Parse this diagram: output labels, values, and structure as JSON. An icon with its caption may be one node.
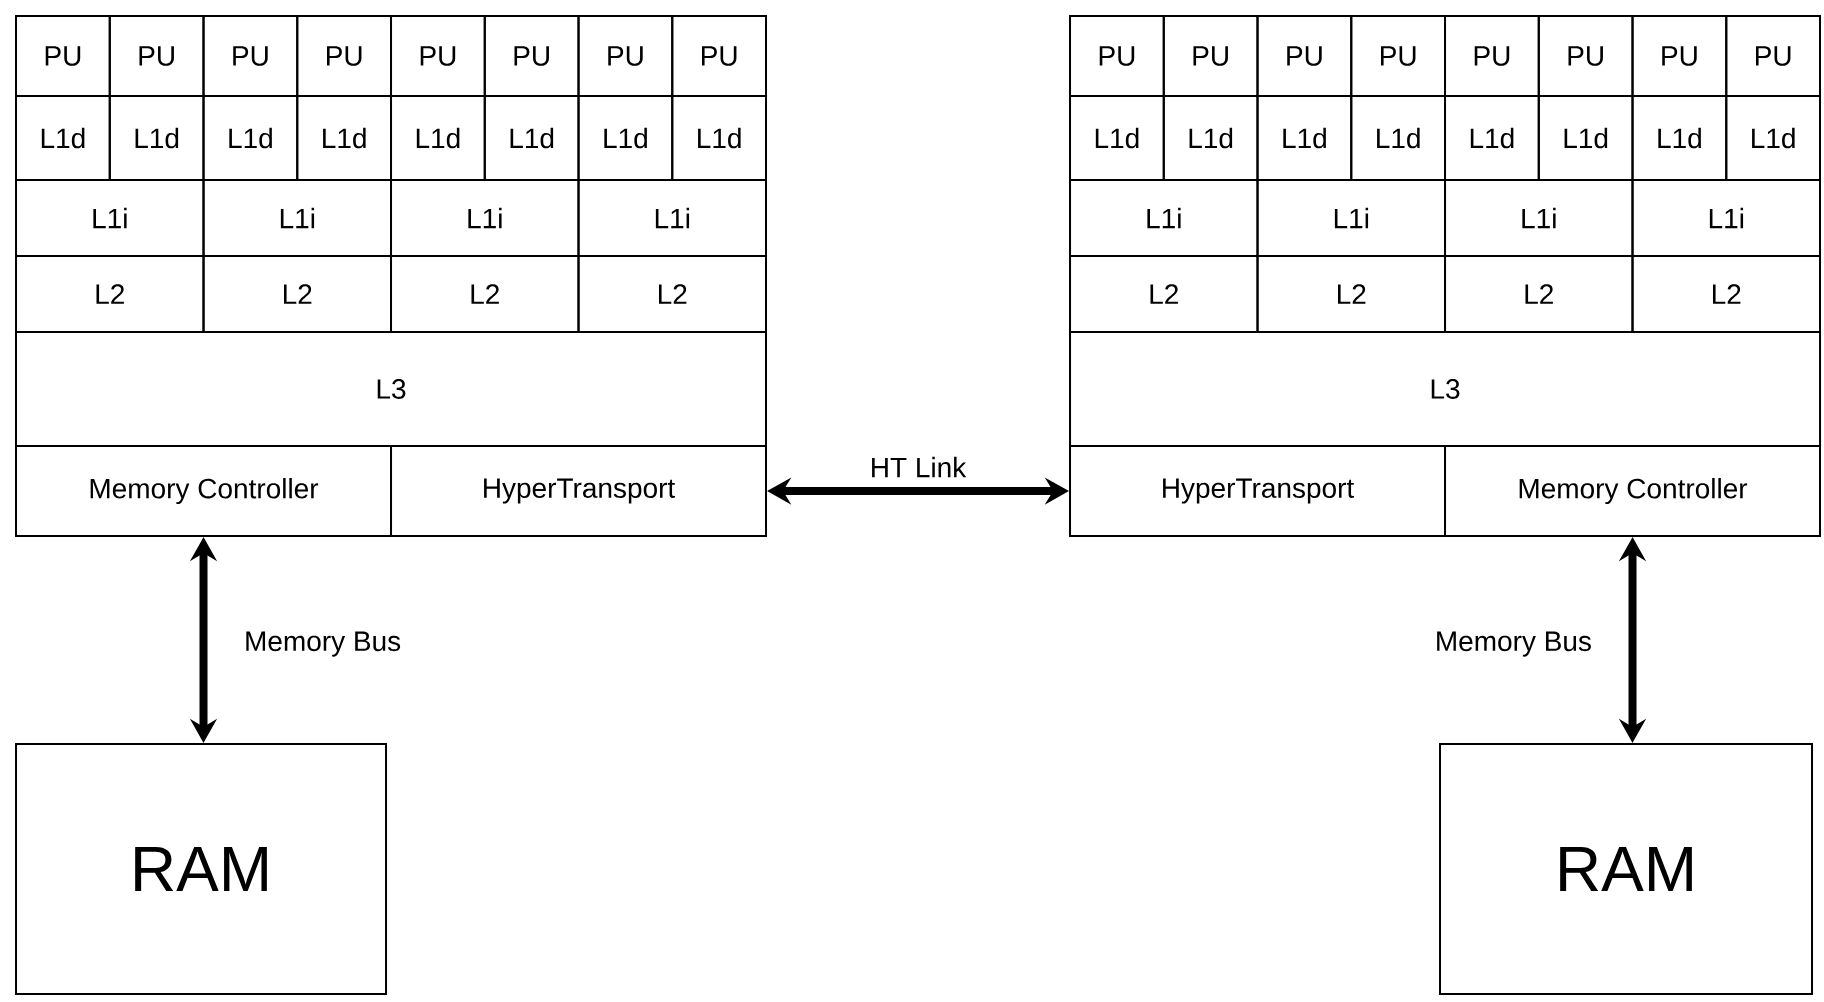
{
  "diagram": {
    "nodes": [
      {
        "text": [
          "PU"
        ]
      },
      {
        "text": [
          "PU"
        ]
      },
      {
        "text": [
          "PU"
        ]
      },
      {
        "text": [
          "PU"
        ]
      },
      {
        "text": [
          "PU"
        ]
      },
      {
        "text": [
          "PU"
        ]
      },
      {
        "text": [
          "PU"
        ]
      },
      {
        "text": [
          "PU"
        ]
      },
      {
        "text": [
          "L1d"
        ]
      },
      {
        "text": [
          "L1d"
        ]
      },
      {
        "text": [
          "L1d"
        ]
      },
      {
        "text": [
          "L1d"
        ]
      },
      {
        "text": [
          "L1d"
        ]
      },
      {
        "text": [
          "L1d"
        ]
      },
      {
        "text": [
          "L1d"
        ]
      },
      {
        "text": [
          "L1d"
        ]
      },
      {
        "text": [
          "L1i"
        ]
      },
      {
        "text": [
          "L1i"
        ]
      },
      {
        "text": [
          "L1i"
        ]
      },
      {
        "text": [
          "L1i"
        ]
      },
      {
        "text": [
          "L2"
        ]
      },
      {
        "text": [
          "L2"
        ]
      },
      {
        "text": [
          "L2"
        ]
      },
      {
        "text": [
          "L2"
        ]
      },
      {
        "text": [
          "L3"
        ]
      },
      {
        "text": [
          "Memory Controller"
        ]
      },
      {
        "text": [
          "HyperTransport"
        ]
      },
      {
        "text": [
          "PU"
        ]
      },
      {
        "text": [
          "PU"
        ]
      },
      {
        "text": [
          "PU"
        ]
      },
      {
        "text": [
          "PU"
        ]
      },
      {
        "text": [
          "PU"
        ]
      },
      {
        "text": [
          "PU"
        ]
      },
      {
        "text": [
          "PU"
        ]
      },
      {
        "text": [
          "PU"
        ]
      },
      {
        "text": [
          "L1d"
        ]
      },
      {
        "text": [
          "L1d"
        ]
      },
      {
        "text": [
          "L1d"
        ]
      },
      {
        "text": [
          "L1d"
        ]
      },
      {
        "text": [
          "L1d"
        ]
      },
      {
        "text": [
          "L1d"
        ]
      },
      {
        "text": [
          "L1d"
        ]
      },
      {
        "text": [
          "L1d"
        ]
      },
      {
        "text": [
          "L1i"
        ]
      },
      {
        "text": [
          "L1i"
        ]
      },
      {
        "text": [
          "L1i"
        ]
      },
      {
        "text": [
          "L1i"
        ]
      },
      {
        "text": [
          "L2"
        ]
      },
      {
        "text": [
          "L2"
        ]
      },
      {
        "text": [
          "L2"
        ]
      },
      {
        "text": [
          "L2"
        ]
      },
      {
        "text": [
          "L3"
        ]
      },
      {
        "text": [
          "HyperTransport"
        ]
      },
      {
        "text": [
          "Memory Controller"
        ]
      },
      {
        "text": [
          "RAM"
        ]
      },
      {
        "text": [
          "RAM"
        ]
      }
    ],
    "edges": [
      {
        "from": 26,
        "to": 52,
        "arrow": "both",
        "label": "HT Link"
      },
      {
        "from": 25,
        "to": 54,
        "arrow": "both",
        "label": "Memory Bus"
      },
      {
        "from": 53,
        "to": 55,
        "arrow": "both",
        "label": "Memory Bus"
      }
    ]
  }
}
